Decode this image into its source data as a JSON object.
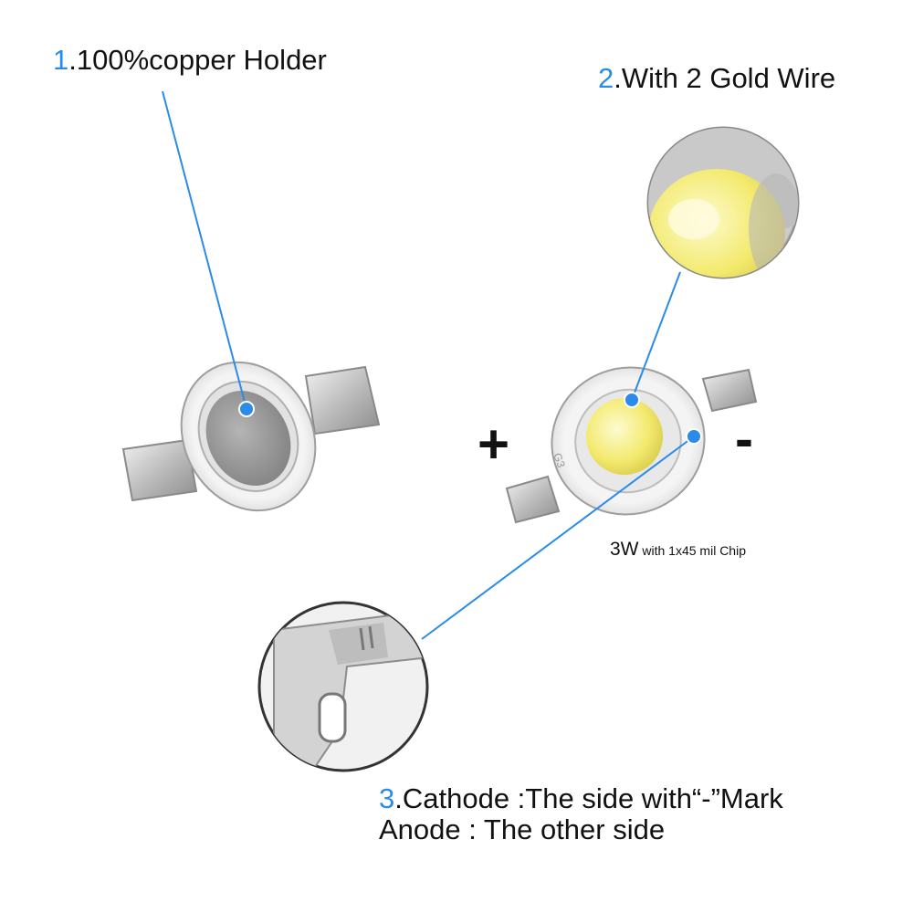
{
  "labels": {
    "copper_holder": {
      "num": "1",
      "text": ".100%copper Holder"
    },
    "gold_wire": {
      "num": "2",
      "text": ".With 2 Gold Wire"
    },
    "cathode": {
      "num": "3",
      "text": ".Cathode :The side with“-”Mark"
    },
    "anode": {
      "text": "Anode : The other side"
    }
  },
  "polarity": {
    "plus": "+",
    "minus": "-"
  },
  "spec": {
    "power": "3W",
    "detail": " with 1x45 mil Chip"
  },
  "colors": {
    "accent": "#2a8be8",
    "led_yellow": "#f6f08a",
    "copper_grey": "#9a9a9a"
  },
  "icons": [
    "led-holder-icon",
    "led-emitter-icon",
    "zoom-lens-icon",
    "cathode-zoom-icon"
  ]
}
